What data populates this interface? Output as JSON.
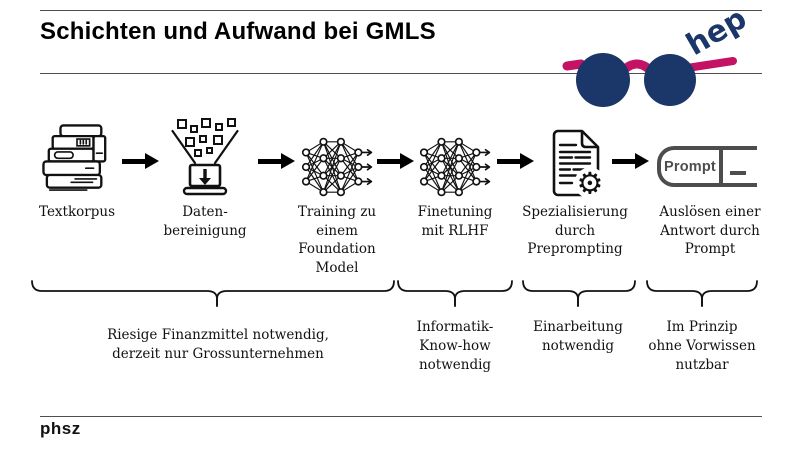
{
  "slide": {
    "title": "Schichten und Aufwand bei GMLS",
    "footer_brand": "phsz"
  },
  "logo": {
    "text": "hep",
    "navy": "#1b3668",
    "magenta": "#c41265"
  },
  "colors": {
    "rule_gray": "#4f4f4f",
    "icon_black": "#111111",
    "prompt_gray": "#4d4d4d"
  },
  "flow": {
    "stages": [
      {
        "label": "Textkorpus",
        "icon": "books-icon"
      },
      {
        "label": "Daten-\nbereinigung",
        "icon": "data-cleaning-icon"
      },
      {
        "label": "Training zu\neinem\nFoundation\nModel",
        "icon": "neural-network-icon"
      },
      {
        "label": "Finetuning\nmit RLHF",
        "icon": "neural-network-icon"
      },
      {
        "label": "Spezialisierung\ndurch\nPreprompting",
        "icon": "document-gear-icon"
      },
      {
        "label": "Auslösen einer\nAntwort durch\nPrompt",
        "icon": "prompt-box-icon"
      }
    ],
    "prompt_icon_text": "Prompt",
    "gear_glyph": "⚙"
  },
  "annotations": [
    {
      "label": "Riesige Finanzmittel notwendig,\nderzeit nur Grossunternehmen"
    },
    {
      "label": "Informatik-\nKnow-how\nnotwendig"
    },
    {
      "label": "Einarbeitung\nnotwendig"
    },
    {
      "label": "Im Prinzip\nohne Vorwissen\nnutzbar"
    }
  ]
}
